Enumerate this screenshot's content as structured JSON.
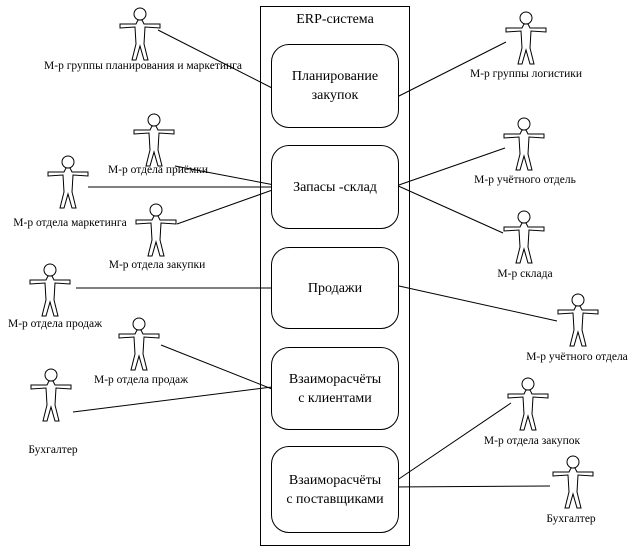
{
  "system": {
    "title": "ERP-система"
  },
  "use_cases": [
    {
      "id": "planning",
      "label": "Планирование\nзакупок"
    },
    {
      "id": "stock",
      "label": "Запасы -склад"
    },
    {
      "id": "sales",
      "label": "Продажи"
    },
    {
      "id": "clients",
      "label": "Взаиморасчёты\nс клиентами"
    },
    {
      "id": "suppliers",
      "label": "Взаиморасчёты\nс поставщиками"
    }
  ],
  "actors": [
    {
      "id": "a1",
      "label": "М-р группы планирования\nи маркетинга",
      "connects_to": "planning"
    },
    {
      "id": "a2",
      "label": "М-р отдела приёмки",
      "connects_to": "stock"
    },
    {
      "id": "a3",
      "label": "М-р отдела маркетинга",
      "connects_to": "stock"
    },
    {
      "id": "a4",
      "label": "М-р отдела закупки",
      "connects_to": "stock"
    },
    {
      "id": "a5",
      "label": "М-р отдела продаж",
      "connects_to": "sales"
    },
    {
      "id": "a6",
      "label": "М-р отдела продаж",
      "connects_to": "clients"
    },
    {
      "id": "a7",
      "label": "Бухгалтер",
      "connects_to": "clients"
    },
    {
      "id": "a8",
      "label": "М-р группы логистики",
      "connects_to": "planning"
    },
    {
      "id": "a9",
      "label": "М-р учётного отдель",
      "connects_to": "stock"
    },
    {
      "id": "a10",
      "label": "М-р склада",
      "connects_to": "stock"
    },
    {
      "id": "a11",
      "label": "М-р учётного отдела",
      "connects_to": "sales"
    },
    {
      "id": "a12",
      "label": "М-р отдела закупок",
      "connects_to": "suppliers"
    },
    {
      "id": "a13",
      "label": "Бухгалтер",
      "connects_to": "suppliers"
    }
  ]
}
